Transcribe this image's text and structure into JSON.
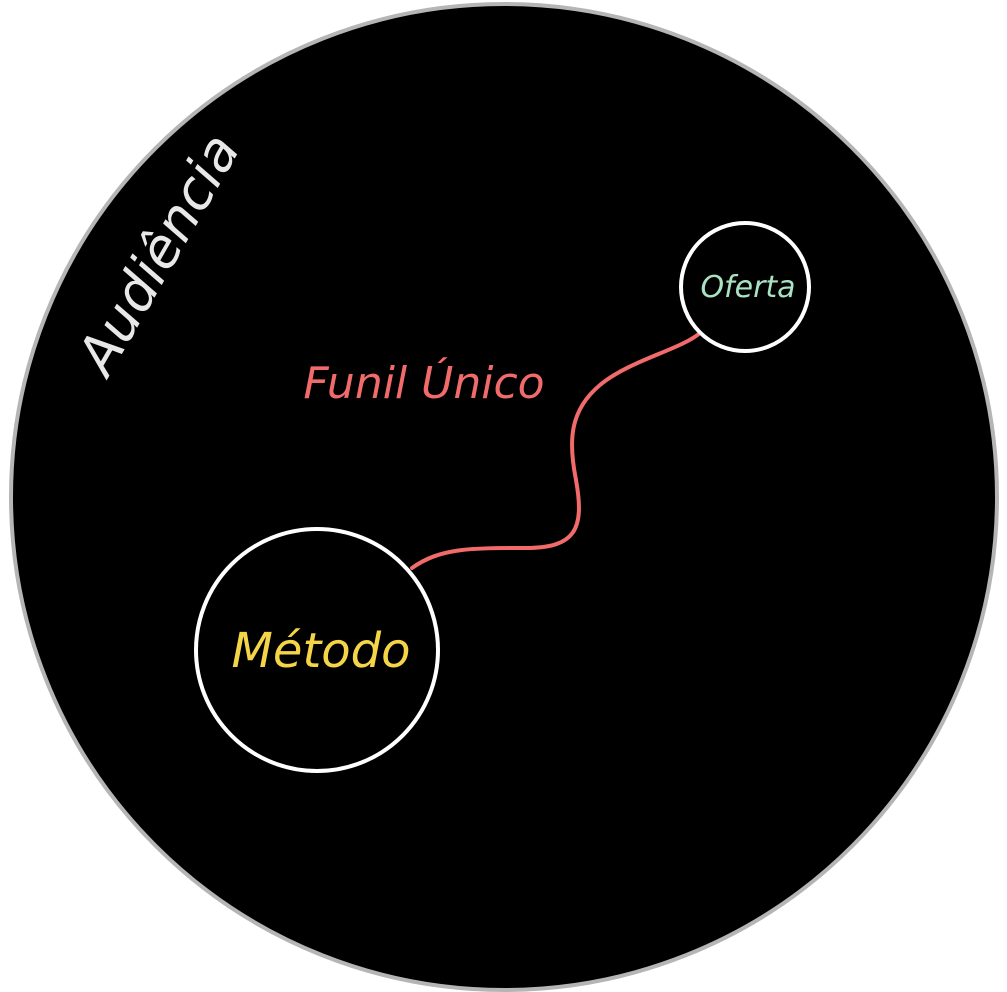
{
  "diagram": {
    "audience": {
      "label": "Audiência",
      "label_color": "#e8e8e8",
      "fill": "#000000",
      "border": "#b5b5b5"
    },
    "funnel": {
      "label": "Funil Único",
      "color": "#f26b6b"
    },
    "offer": {
      "label": "Oferta",
      "label_color": "#a9e3c4",
      "border": "#ffffff"
    },
    "method": {
      "label": "Método",
      "label_color": "#f5d547",
      "border": "#ffffff"
    }
  }
}
